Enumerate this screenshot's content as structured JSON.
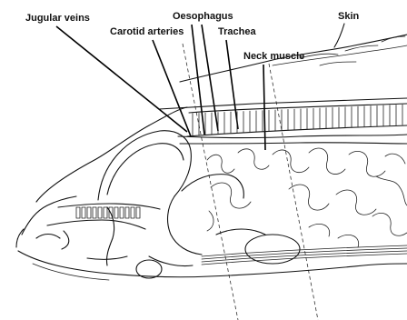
{
  "labels": {
    "jugular_veins": "Jugular veins",
    "oesophagus": "Oesophagus",
    "skin": "Skin",
    "carotid_arteries": "Carotid arteries",
    "trachea": "Trachea",
    "neck_muscle": "Neck muscle"
  },
  "colors": {
    "line": "#111111",
    "background": "#ffffff"
  }
}
